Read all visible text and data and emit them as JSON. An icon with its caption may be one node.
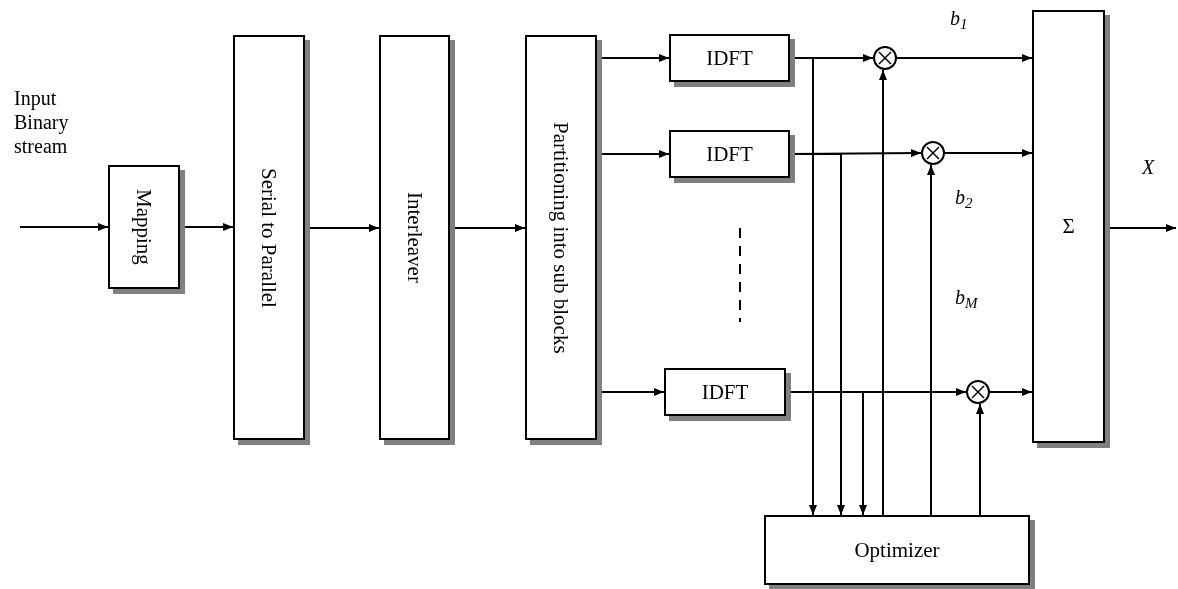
{
  "diagram": {
    "nodes": [
      {
        "text": [
          "Mapping"
        ]
      },
      {
        "text": [
          "Serial to Parallel"
        ]
      },
      {
        "text": [
          "Interleaver"
        ]
      },
      {
        "text": [
          "Partitioning into sub blocks"
        ]
      },
      {
        "text": [
          "IDFT"
        ]
      },
      {
        "text": [
          "IDFT"
        ]
      },
      {
        "text": [
          "IDFT"
        ]
      },
      {
        "text": [],
        "shape": "circle"
      },
      {
        "text": [],
        "shape": "circle"
      },
      {
        "text": [],
        "shape": "circle"
      },
      {
        "text": [
          "Σ"
        ]
      },
      {
        "text": [
          "Optimizer"
        ]
      }
    ],
    "edges": [
      {
        "from": null,
        "to": 0,
        "arrow": "to"
      },
      {
        "from": 0,
        "to": 1,
        "arrow": "to"
      },
      {
        "from": 1,
        "to": 2,
        "arrow": "to"
      },
      {
        "from": 2,
        "to": 3,
        "arrow": "to"
      },
      {
        "from": 3,
        "to": 4,
        "arrow": "to"
      },
      {
        "from": 3,
        "to": 5,
        "arrow": "to"
      },
      {
        "from": 3,
        "to": 6,
        "arrow": "to"
      },
      {
        "from": 4,
        "to": 7,
        "arrow": "to"
      },
      {
        "from": 5,
        "to": 8,
        "arrow": "to"
      },
      {
        "from": 6,
        "to": 9,
        "arrow": "to"
      },
      {
        "from": 7,
        "to": 10,
        "arrow": "to"
      },
      {
        "from": 8,
        "to": 10,
        "arrow": "to"
      },
      {
        "from": 9,
        "to": 10,
        "arrow": "to"
      },
      {
        "from": 10,
        "to": null,
        "arrow": "to"
      },
      {
        "from": 4,
        "to": 11,
        "arrow": "to"
      },
      {
        "from": 5,
        "to": 11,
        "arrow": "to"
      },
      {
        "from": 6,
        "to": 11,
        "arrow": "to"
      },
      {
        "from": 11,
        "to": 7,
        "arrow": "to"
      },
      {
        "from": 11,
        "to": 8,
        "arrow": "to"
      },
      {
        "from": 11,
        "to": 9,
        "arrow": "to"
      }
    ],
    "labels": [
      "Input Binary stream",
      "b$_{1}$",
      "X",
      "b$_{2}$",
      "b$_{M}$"
    ]
  }
}
